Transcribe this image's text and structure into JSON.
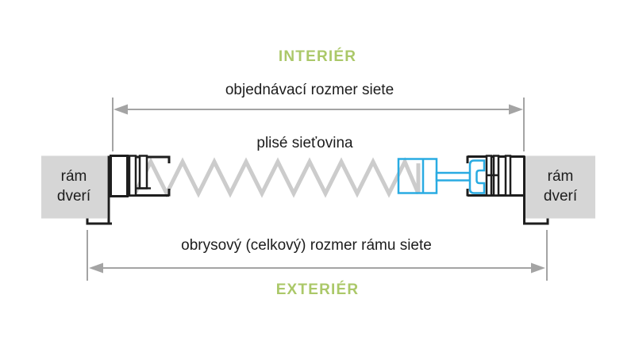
{
  "page": {
    "background": "#ffffff"
  },
  "colors": {
    "accent_green": "#abc869",
    "accent_blue": "#29abe2",
    "frame_block_gray": "#d6d6d6",
    "dimension_gray": "#a4a4a4",
    "mesh_gray": "#cccccc",
    "profile_black": "#1e1e1e",
    "text_black": "#1d1d1d"
  },
  "diagram": {
    "zone_top_label": "INTERIÉR",
    "zone_bottom_label": "EXTERIÉR",
    "dimension_top_label": "objednávací rozmer siete",
    "mesh_label": "plisé sieťovina",
    "door_frame_left_label": "rám dverí",
    "door_frame_right_label": "rám dverí",
    "dimension_bottom_label": "obrysový (celkový) rozmer rámu siete"
  }
}
